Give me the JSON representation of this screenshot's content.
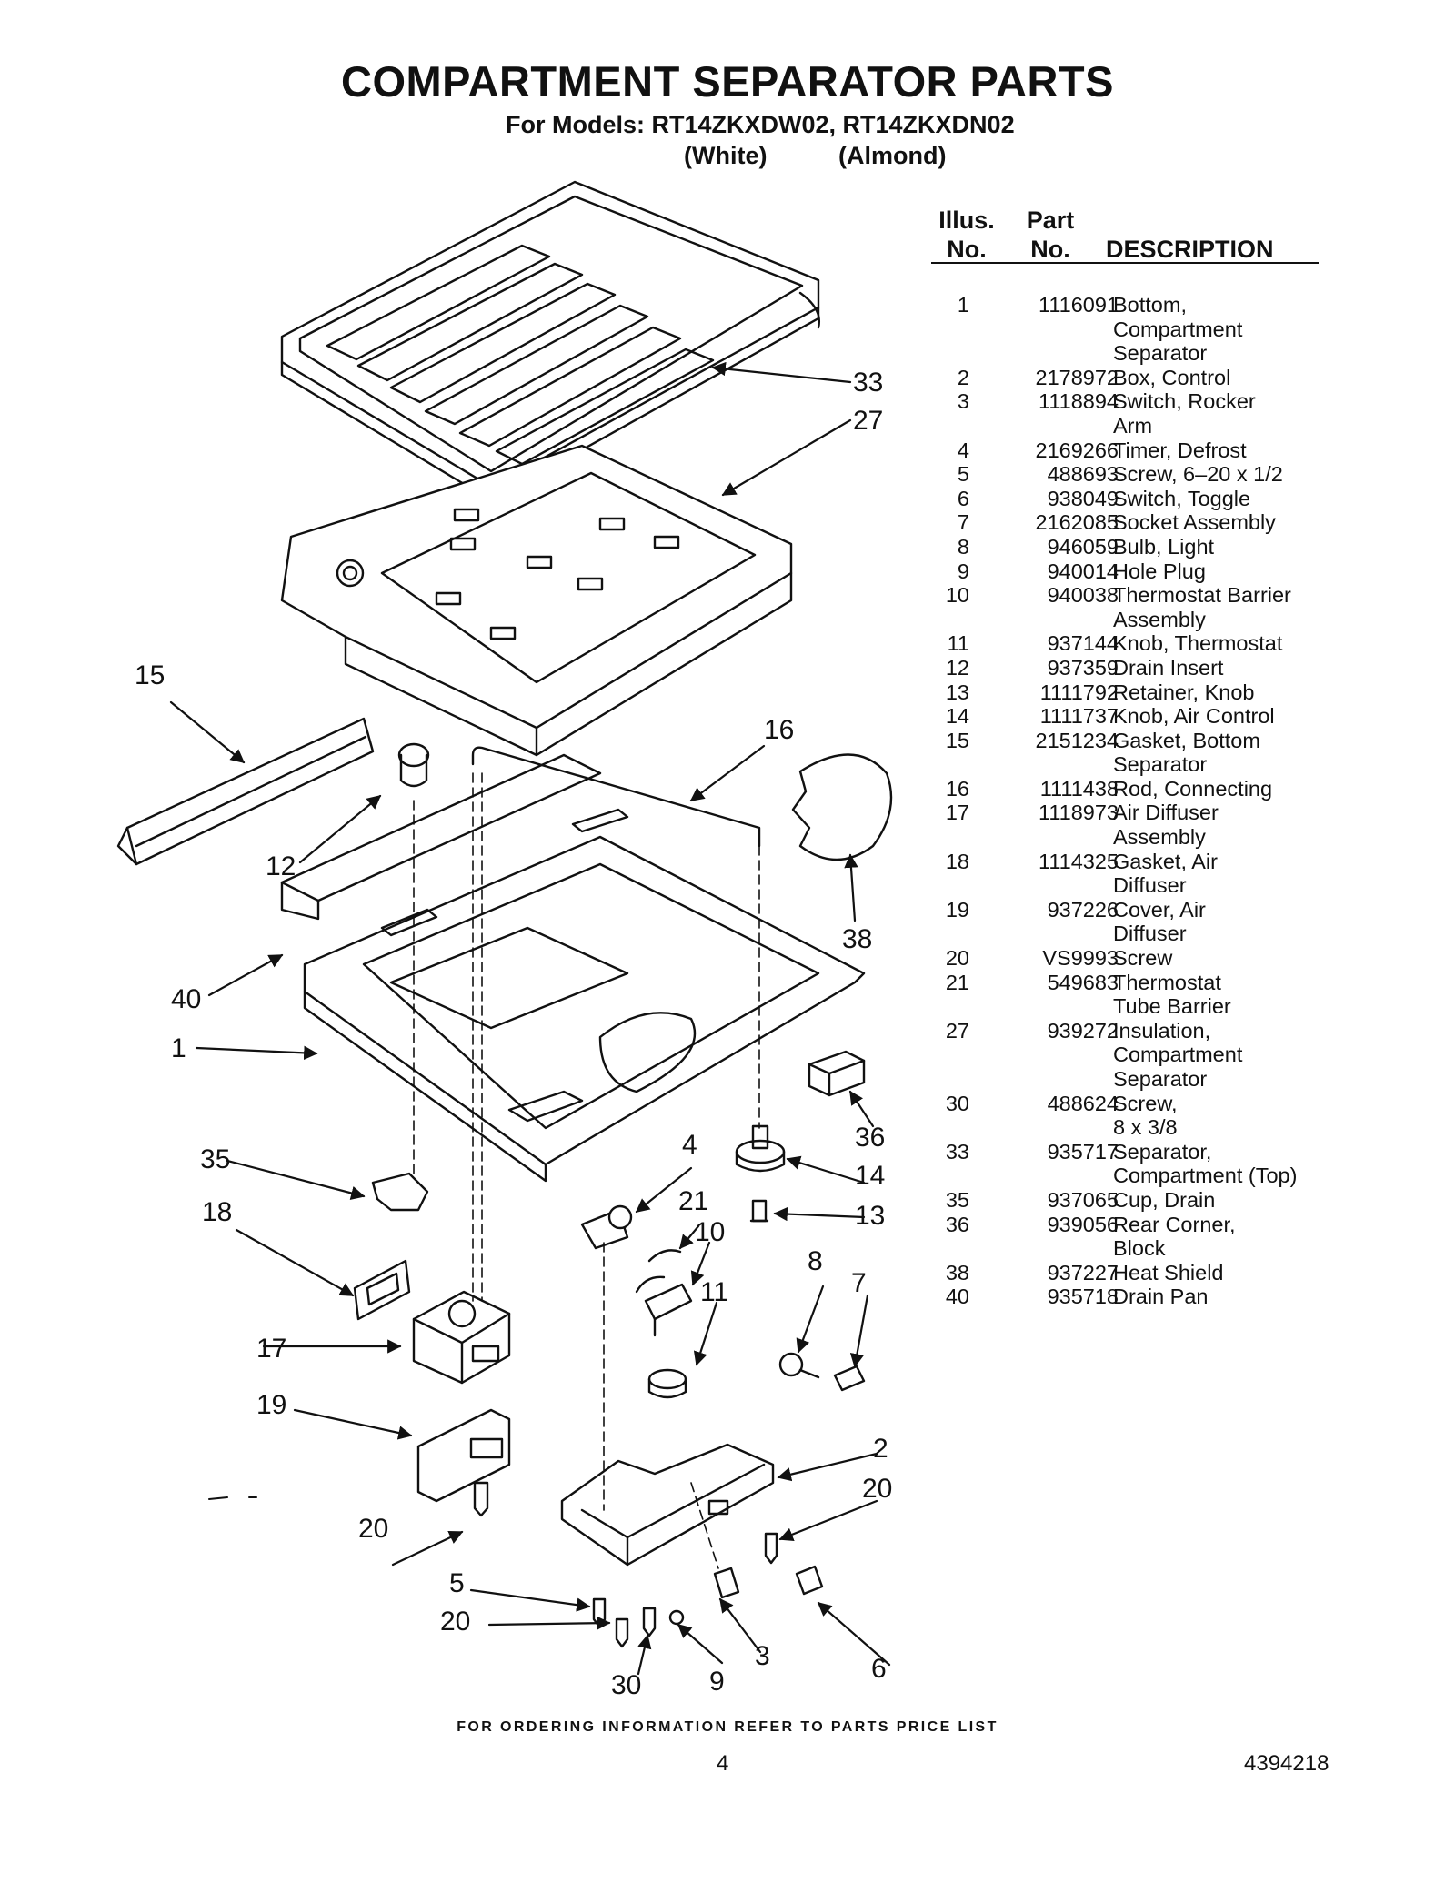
{
  "title": "COMPARTMENT SEPARATOR PARTS",
  "models_line": "For Models: RT14ZKXDW02, RT14ZKXDN02",
  "color_white": "(White)",
  "color_almond": "(Almond)",
  "table_header": {
    "illus": [
      "Illus.",
      "No."
    ],
    "part": [
      "Part",
      "No."
    ],
    "description": "DESCRIPTION"
  },
  "parts": [
    {
      "illus": "1",
      "part": "1116091",
      "description": "Bottom,\nCompartment\nSeparator"
    },
    {
      "illus": "2",
      "part": "2178972",
      "description": "Box, Control"
    },
    {
      "illus": "3",
      "part": "1118894",
      "description": "Switch, Rocker\nArm"
    },
    {
      "illus": "4",
      "part": "2169266",
      "description": "Timer, Defrost"
    },
    {
      "illus": "5",
      "part": "488693",
      "description": "Screw, 6–20 x 1/2"
    },
    {
      "illus": "6",
      "part": "938049",
      "description": "Switch, Toggle"
    },
    {
      "illus": "7",
      "part": "2162085",
      "description": "Socket Assembly"
    },
    {
      "illus": "8",
      "part": "946059",
      "description": "Bulb, Light"
    },
    {
      "illus": "9",
      "part": "940014",
      "description": "Hole Plug"
    },
    {
      "illus": "10",
      "part": "940038",
      "description": "Thermostat Barrier\nAssembly"
    },
    {
      "illus": "11",
      "part": "937144",
      "description": "Knob, Thermostat"
    },
    {
      "illus": "12",
      "part": "937359",
      "description": "Drain Insert"
    },
    {
      "illus": "13",
      "part": "1111792",
      "description": "Retainer, Knob"
    },
    {
      "illus": "14",
      "part": "1111737",
      "description": "Knob, Air Control"
    },
    {
      "illus": "15",
      "part": "2151234",
      "description": "Gasket, Bottom\nSeparator"
    },
    {
      "illus": "16",
      "part": "1111438",
      "description": "Rod, Connecting"
    },
    {
      "illus": "17",
      "part": "1118973",
      "description": "Air Diffuser\nAssembly"
    },
    {
      "illus": "18",
      "part": "1114325",
      "description": "Gasket, Air\nDiffuser"
    },
    {
      "illus": "19",
      "part": "937226",
      "description": "Cover, Air\nDiffuser"
    },
    {
      "illus": "20",
      "part": "VS9993",
      "description": "Screw"
    },
    {
      "illus": "21",
      "part": "549683",
      "description": "Thermostat\nTube Barrier"
    },
    {
      "illus": "27",
      "part": "939272",
      "description": "Insulation,\nCompartment\nSeparator"
    },
    {
      "illus": "30",
      "part": "488624",
      "description": "Screw,\n8 x 3/8"
    },
    {
      "illus": "33",
      "part": "935717",
      "description": "Separator,\nCompartment (Top)"
    },
    {
      "illus": "35",
      "part": "937065",
      "description": "Cup, Drain"
    },
    {
      "illus": "36",
      "part": "939056",
      "description": "Rear Corner,\nBlock"
    },
    {
      "illus": "38",
      "part": "937227",
      "description": "Heat Shield"
    },
    {
      "illus": "40",
      "part": "935718",
      "description": "Drain Pan"
    }
  ],
  "callouts": {
    "c33": "33",
    "c27": "27",
    "c15": "15",
    "c16": "16",
    "c12": "12",
    "c38": "38",
    "c40": "40",
    "c1": "1",
    "c36": "36",
    "c35": "35",
    "c4": "4",
    "c14": "14",
    "c21": "21",
    "c18": "18",
    "c10": "10",
    "c13": "13",
    "c8": "8",
    "c7": "7",
    "c11": "11",
    "c17": "17",
    "c19": "19",
    "c2": "2",
    "c20a": "20",
    "c20b": "20",
    "c5": "5",
    "c20c": "20",
    "c3": "3",
    "c6": "6",
    "c30": "30",
    "c9": "9"
  },
  "footer": "FOR ORDERING INFORMATION REFER TO PARTS PRICE LIST",
  "page_number": "4",
  "doc_number": "4394218"
}
